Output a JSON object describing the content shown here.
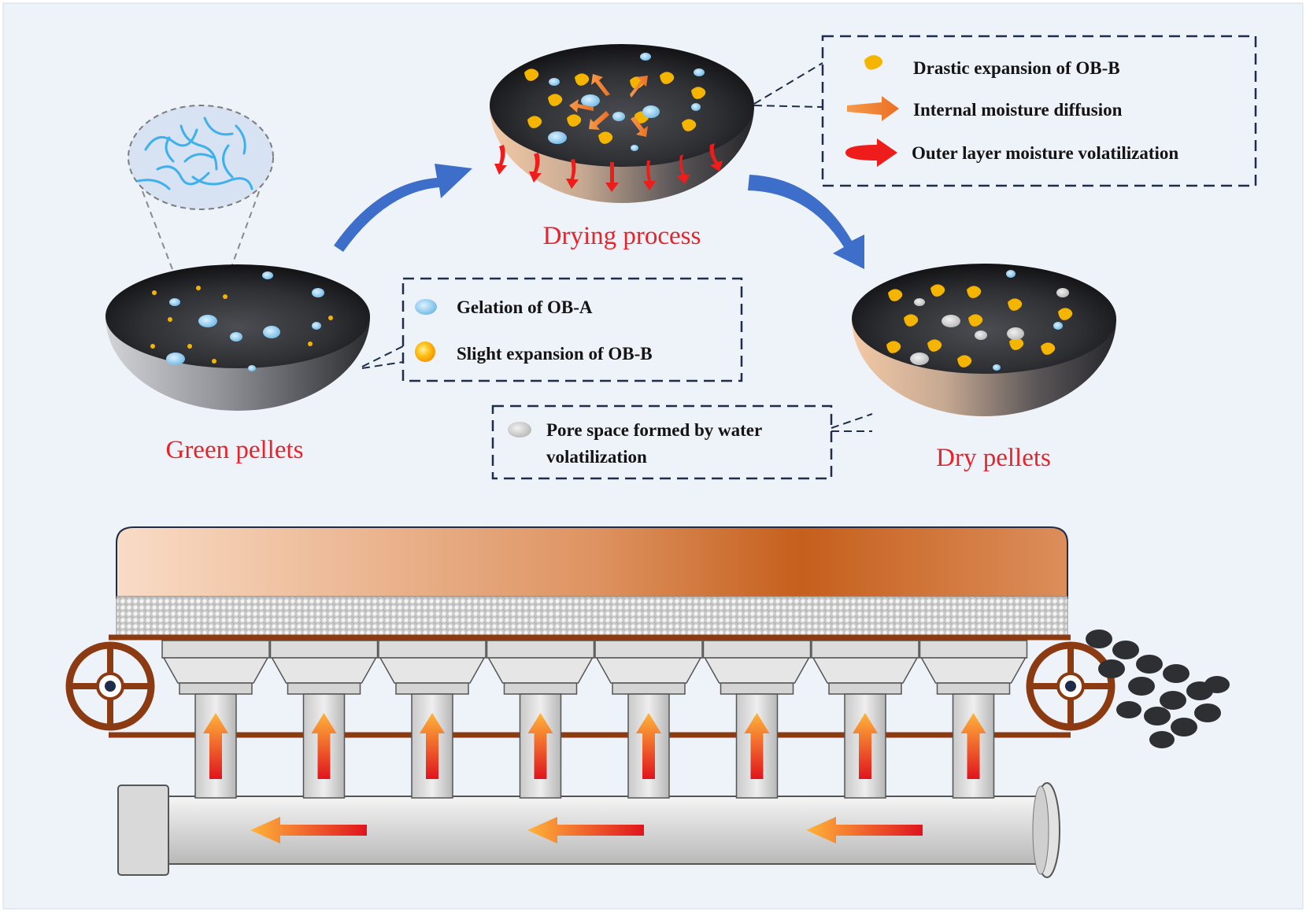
{
  "labels": {
    "green_pellets": "Green pellets",
    "drying_process": "Drying process",
    "dry_pellets": "Dry pellets"
  },
  "legend_green": {
    "gelation": "Gelation of OB-A",
    "slight_expansion": "Slight expansion of OB-B"
  },
  "legend_drying": {
    "drastic_expansion": "Drastic expansion of OB-B",
    "internal_diffusion": "Internal moisture diffusion",
    "outer_volatilization": "Outer layer moisture volatilization"
  },
  "legend_dry": {
    "pore_line1": "Pore space formed by  water",
    "pore_line2": "volatilization"
  },
  "colors": {
    "background": "#eef2f9",
    "label_red": "#e8232a",
    "arrow_blue": "#3d6ec9",
    "moisture_orange": "#ee7d33",
    "moisture_red": "#ef1c1c",
    "obb_yellow": "#f4b400",
    "oba_blue": "#9cd0f0",
    "chamber_copper": "#c65d19"
  }
}
